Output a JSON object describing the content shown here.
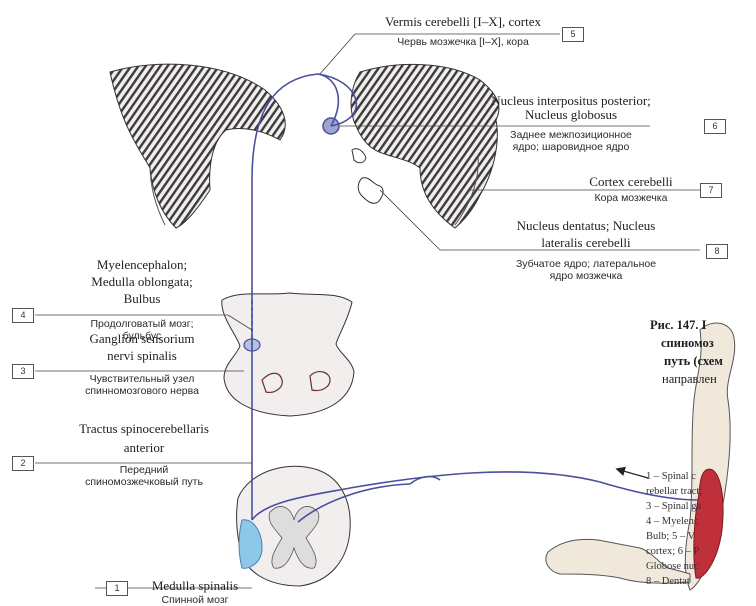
{
  "labels": {
    "l5": {
      "num": "5",
      "lat": "Vermis cerebelli [I–X], cortex",
      "ru": "Червь мозжечка [I–X], кора"
    },
    "l6": {
      "num": "6",
      "lat1": "Nucleus interpositus posterior;",
      "lat2": "Nucleus globosus",
      "ru1": "Заднее межпозиционное",
      "ru2": "ядро; шаровидное ядро"
    },
    "l7": {
      "num": "7",
      "lat": "Cortex cerebelli",
      "ru": "Кора мозжечка"
    },
    "l8": {
      "num": "8",
      "lat1": "Nucleus dentatus; Nucleus",
      "lat2": "lateralis cerebelli",
      "ru1": "Зубчатое ядро; латеральное",
      "ru2": "ядро мозжечка"
    },
    "l4": {
      "num": "4",
      "lat1": "Myelencephalon;",
      "lat2": "Medulla oblongata;",
      "lat3": "Bulbus",
      "ru1": "Продолговатый мозг;",
      "ru2": "бульбус"
    },
    "l3": {
      "num": "3",
      "lat1": "Ganglion sensorium",
      "lat2": "nervi spinalis",
      "ru1": "Чувствительный узел",
      "ru2": "спинномозгового нерва"
    },
    "l2": {
      "num": "2",
      "lat1": "Tractus spinocerebellaris",
      "lat2": "anterior",
      "ru1": "Передний",
      "ru2": "спиномозжечковый путь"
    },
    "l1": {
      "num": "1",
      "lat": "Medulla spinalis",
      "ru": "Спинной мозг"
    }
  },
  "caption": {
    "line1": "Рис. 147. I",
    "line2": "спиномоз",
    "line3": "путь (схем",
    "line4": "направлен"
  },
  "legend": [
    "1 – Spinal c",
    "rebellar tract;",
    "3 – Spinal ga",
    "4 – Myelenc",
    "Bulb; 5 – V",
    "cortex; 6 – P",
    "Globose nuc",
    "8 – Dentat"
  ],
  "colors": {
    "pathway": "#4a4fa0",
    "tissue": "#f2eeee",
    "stripe": "#3a3a3a",
    "nucleus": "#9aa6cc",
    "muscle": "#c0303a"
  }
}
